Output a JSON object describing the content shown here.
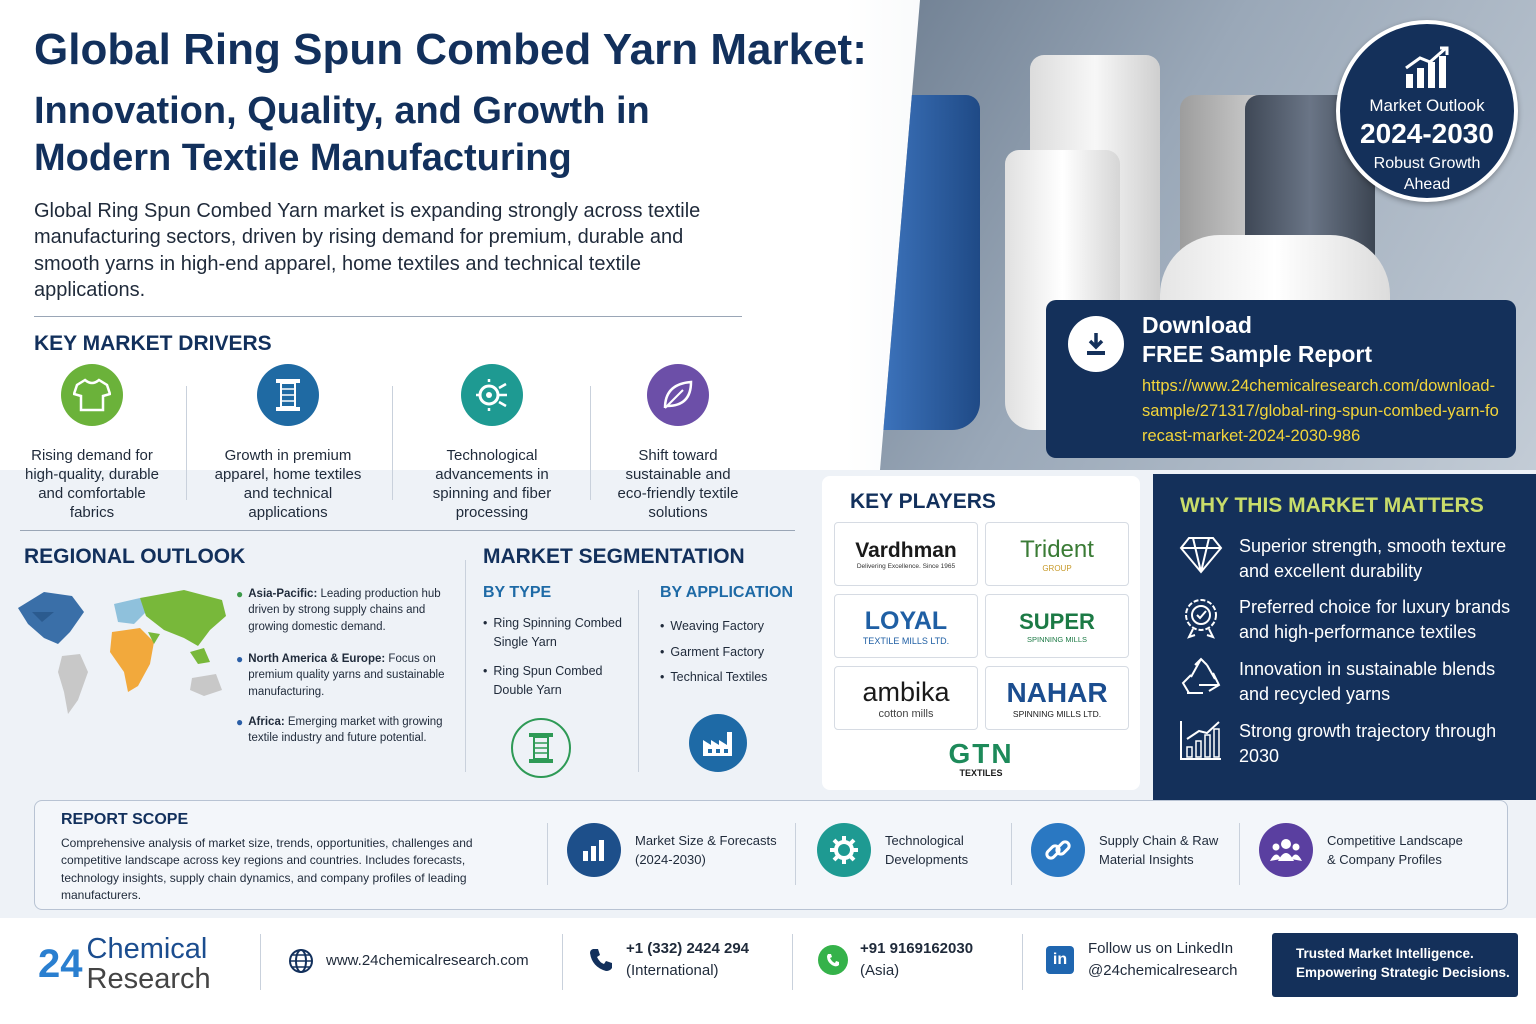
{
  "title": {
    "line1": "Global Ring Spun Combed Yarn Market:",
    "line2": "Innovation, Quality, and Growth in Modern Textile Manufacturing"
  },
  "intro": "Global Ring Spun Combed Yarn market is expanding strongly across textile manufacturing sectors, driven by rising demand for premium, durable and smooth yarns in high-end apparel, home textiles and technical textile applications.",
  "outlook_badge": {
    "label": "Market Outlook",
    "years": "2024-2030",
    "sub": "Robust Growth Ahead",
    "icon": "growth-bars-icon"
  },
  "download": {
    "title_line1": "Download",
    "title_line2": "FREE Sample Report",
    "url": "https://www.24chemicalresearch.com/download-sample/271317/global-ring-spun-combed-yarn-forecast-market-2024-2030-986",
    "icon": "download-icon"
  },
  "drivers": {
    "heading": "KEY MARKET DRIVERS",
    "items": [
      {
        "text": "Rising demand for high-quality, durable and comfortable fabrics",
        "icon": "tshirt-icon",
        "color": "#6bb23a"
      },
      {
        "text": "Growth in premium apparel, home textiles and technical applications",
        "icon": "yarn-spool-icon",
        "color": "#1f6aa3"
      },
      {
        "text": "Technological advancements in spinning and fiber processing",
        "icon": "gear-circuit-icon",
        "color": "#1e9a92"
      },
      {
        "text": "Shift toward sustainable and eco-friendly textile solutions",
        "icon": "leaf-icon",
        "color": "#6c4fa8"
      }
    ]
  },
  "regional": {
    "heading": "REGIONAL OUTLOOK",
    "items": [
      {
        "name": "Asia-Pacific:",
        "text": "Leading production hub driven by strong supply chains and growing domestic demand."
      },
      {
        "name": "North America & Europe:",
        "text": "Focus on premium quality yarns and sustainable manufacturing."
      },
      {
        "name": "Africa:",
        "text": "Emerging market with growing textile industry and future potential."
      }
    ]
  },
  "segmentation": {
    "heading": "MARKET SEGMENTATION",
    "by_type": {
      "heading": "BY TYPE",
      "items": [
        "Ring Spinning Combed Single Yarn",
        "Ring Spun Combed Double Yarn"
      ],
      "icon": "spool-icon"
    },
    "by_application": {
      "heading": "BY APPLICATION",
      "items": [
        "Weaving Factory",
        "Garment Factory",
        "Technical Textiles"
      ],
      "icon": "factory-icon"
    }
  },
  "players": {
    "heading": "KEY PLAYERS",
    "logos": [
      {
        "name": "Vardhman",
        "sub": "Delivering Excellence. Since 1965"
      },
      {
        "name": "Trident",
        "sub": "GROUP"
      },
      {
        "name": "LOYAL",
        "sub": "TEXTILE MILLS LTD."
      },
      {
        "name": "SUPER",
        "sub": "SPINNING MILLS"
      },
      {
        "name": "ambika",
        "sub": "cotton mills"
      },
      {
        "name": "NAHAR",
        "sub": "SPINNING MILLS LTD."
      },
      {
        "name": "GTN",
        "sub": "TEXTILES"
      }
    ]
  },
  "why": {
    "heading": "WHY THIS MARKET MATTERS",
    "items": [
      {
        "text": "Superior strength, smooth texture and excellent durability",
        "icon": "diamond-icon"
      },
      {
        "text": "Preferred choice for luxury brands and high-performance textiles",
        "icon": "quality-badge-icon"
      },
      {
        "text": "Innovation in sustainable blends and recycled yarns",
        "icon": "recycle-icon"
      },
      {
        "text": "Strong growth trajectory through 2030",
        "icon": "growth-chart-icon"
      }
    ]
  },
  "scope": {
    "heading": "REPORT SCOPE",
    "text": "Comprehensive analysis of market size, trends, opportunities, challenges and competitive landscape across key regions and countries. Includes forecasts, technology insights, supply chain dynamics, and company profiles of leading manufacturers.",
    "items": [
      {
        "text_line1": "Market Size & Forecasts",
        "text_line2": "(2024-2030)",
        "icon": "bar-chart-icon",
        "color": "#1d4f8a"
      },
      {
        "text_line1": "Technological",
        "text_line2": "Developments",
        "icon": "gear-icon",
        "color": "#1e9a92"
      },
      {
        "text_line1": "Supply Chain & Raw",
        "text_line2": "Material Insights",
        "icon": "link-icon",
        "color": "#2a78c2"
      },
      {
        "text_line1": "Competitive Landscape",
        "text_line2": "& Company Profiles",
        "icon": "team-icon",
        "color": "#5a3fa0"
      }
    ]
  },
  "footer": {
    "brand_number": "24",
    "brand_line1": "Chemical",
    "brand_line2": "Research",
    "website": "www.24chemicalresearch.com",
    "phone_line1": "+1 (332) 2424 294",
    "phone_line2": "(International)",
    "whatsapp_line1": "+91 9169162030",
    "whatsapp_line2": "(Asia)",
    "linkedin_line1": "Follow us on LinkedIn",
    "linkedin_line2": "@24chemicalresearch",
    "tagline_line1": "Trusted Market Intelligence.",
    "tagline_line2": "Empowering Strategic Decisions."
  },
  "colors": {
    "navy": "#14305a",
    "title": "#12305c",
    "link_yellow": "#f2d43a",
    "why_heading": "#c9dd6a"
  }
}
